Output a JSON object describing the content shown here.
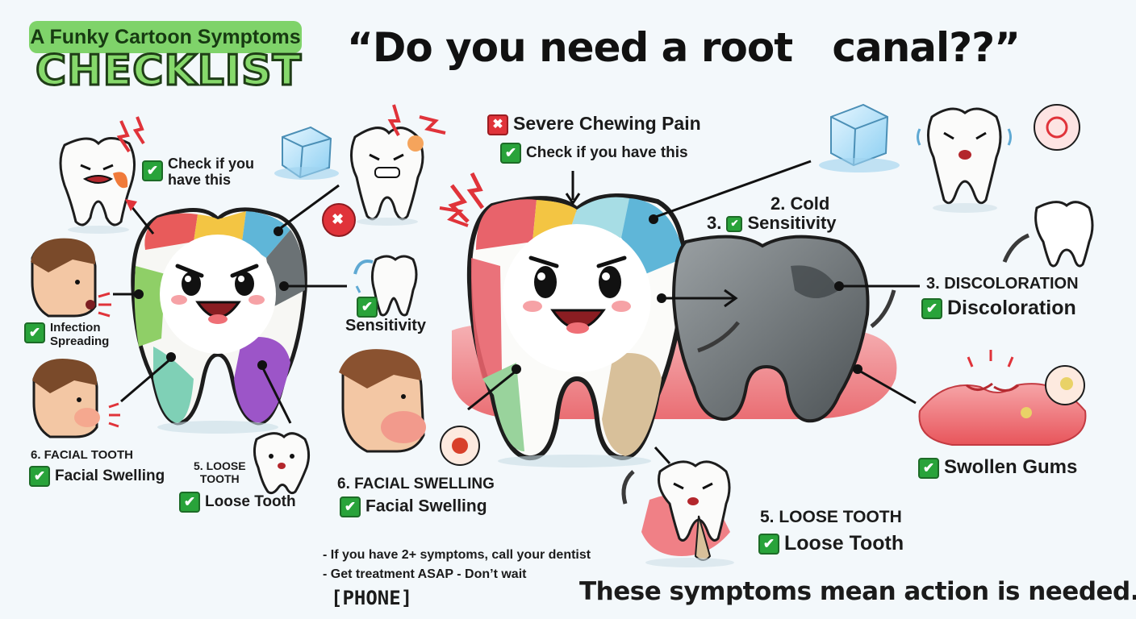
{
  "header": {
    "badge": "A Funky Cartoon Symptoms",
    "checklist": "CHECKLIST",
    "title": "“Do you need a root   canal??”"
  },
  "left": {
    "check_if": [
      "Check if you",
      "have this"
    ],
    "infection": [
      "Infection",
      "Spreading"
    ],
    "facial_heading": "6. FACIAL TOOTH",
    "facial_label": "Facial Swelling",
    "loose_heading": [
      "5. LOOSE",
      "TOOTH"
    ],
    "loose_label": "Loose Tooth"
  },
  "middle": {
    "sensitivity": "Sensitivity",
    "severe": "Severe Chewing Pain",
    "check_if": "Check if you have this",
    "facial_heading": "6. FACIAL SWELLING",
    "facial_label": "Facial Swelling",
    "icon_x": "✖"
  },
  "right": {
    "cold_num": "2. Cold",
    "cold_prefix": "3.",
    "cold_label": "Sensitivity",
    "discolor_heading": "3. DISCOLORATION",
    "discolor_label": "Discoloration",
    "gums_label": "Swollen Gums",
    "loose_heading": "5. LOOSE TOOTH",
    "loose_label": "Loose Tooth"
  },
  "footer": {
    "notes": [
      "- If you have 2+ symptoms, call your dentist",
      "- Get treatment ASAP - Don’t wait"
    ],
    "phone": "[PHONE]",
    "tagline": "These symptoms mean action is needed."
  },
  "icons": {
    "check": "✔",
    "cross": "✖"
  },
  "colors": {
    "check_green": "#29a33a",
    "cross_red": "#e0333a",
    "badge_green": "#7fd36a",
    "gum_pink": "#f27f84"
  }
}
